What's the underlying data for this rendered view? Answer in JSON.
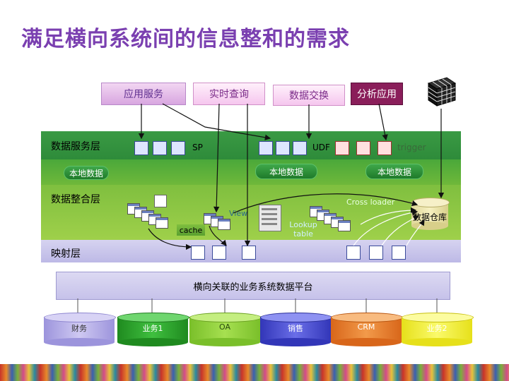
{
  "title": "满足横向系统间的信息整和的需求",
  "top_boxes": {
    "app_service": "应用服务",
    "realtime_query": "实时查询",
    "data_exchange": "数据交换",
    "analysis_app": "分析应用"
  },
  "layers": {
    "service_layer": "数据服务层",
    "integration_layer": "数据整合层",
    "mapping_layer": "映射层"
  },
  "service_layer": {
    "sp": "SP",
    "udf": "UDF",
    "trigger": "trigger"
  },
  "local_data": {
    "left": "本地数据",
    "middle": "本地数据",
    "right": "本地数据"
  },
  "integration": {
    "cross_loader": "Cross loader",
    "view": "View",
    "cache": "cache",
    "lookup_table": "Lookup table",
    "warehouse": "数据仓库"
  },
  "platform": "横向关联的业务系统数据平台",
  "systems": [
    "财务",
    "业务1",
    "OA",
    "销售",
    "CRM",
    "业务2"
  ],
  "colors": {
    "title": "#7a3fb0",
    "service_band": "#2e8b3a",
    "integration_band": "#8cc63f",
    "mapping_band": "#c9c6ea",
    "platform": "#c9c6ea",
    "system_colors": [
      "#b9b2e8",
      "#3aa33a",
      "#8fcf3a",
      "#4b4fd0",
      "#e57a1e",
      "#f0f03a"
    ]
  },
  "icons": [
    "cube-icon",
    "table-icon",
    "db-icon",
    "function-icon",
    "trigger-icon"
  ]
}
